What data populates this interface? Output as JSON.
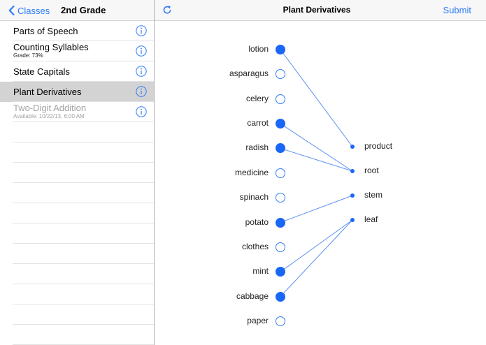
{
  "left_header": {
    "back_label": "Classes",
    "title": "2nd Grade"
  },
  "assignments": [
    {
      "title": "Parts of Speech",
      "subtitle": "",
      "state": "normal"
    },
    {
      "title": "Counting Syllables",
      "subtitle": "Grade: 73%",
      "state": "normal"
    },
    {
      "title": "State Capitals",
      "subtitle": "",
      "state": "normal"
    },
    {
      "title": "Plant Derivatives",
      "subtitle": "",
      "state": "selected"
    },
    {
      "title": "Two-Digit Addition",
      "subtitle": "Available: 10/22/13, 6:00 AM",
      "state": "disabled"
    }
  ],
  "empty_rows": 11,
  "right_header": {
    "title": "Plant Derivatives",
    "submit_label": "Submit",
    "refresh_icon": "refresh-icon"
  },
  "matching": {
    "items": [
      {
        "label": "lotion",
        "selected": true,
        "matched_to": "product"
      },
      {
        "label": "asparagus",
        "selected": false,
        "matched_to": null
      },
      {
        "label": "celery",
        "selected": false,
        "matched_to": null
      },
      {
        "label": "carrot",
        "selected": true,
        "matched_to": "root"
      },
      {
        "label": "radish",
        "selected": true,
        "matched_to": "root"
      },
      {
        "label": "medicine",
        "selected": false,
        "matched_to": null
      },
      {
        "label": "spinach",
        "selected": false,
        "matched_to": null
      },
      {
        "label": "potato",
        "selected": true,
        "matched_to": "stem"
      },
      {
        "label": "clothes",
        "selected": false,
        "matched_to": null
      },
      {
        "label": "mint",
        "selected": true,
        "matched_to": "leaf"
      },
      {
        "label": "cabbage",
        "selected": true,
        "matched_to": "leaf"
      },
      {
        "label": "paper",
        "selected": false,
        "matched_to": null
      }
    ],
    "categories": [
      {
        "label": "product"
      },
      {
        "label": "root"
      },
      {
        "label": "stem"
      },
      {
        "label": "leaf"
      }
    ]
  },
  "colors": {
    "accent": "#2f7cf6",
    "node_fill": "#1a66f5",
    "selected_row": "#d3d3d3",
    "line": "#5b8ff0"
  }
}
